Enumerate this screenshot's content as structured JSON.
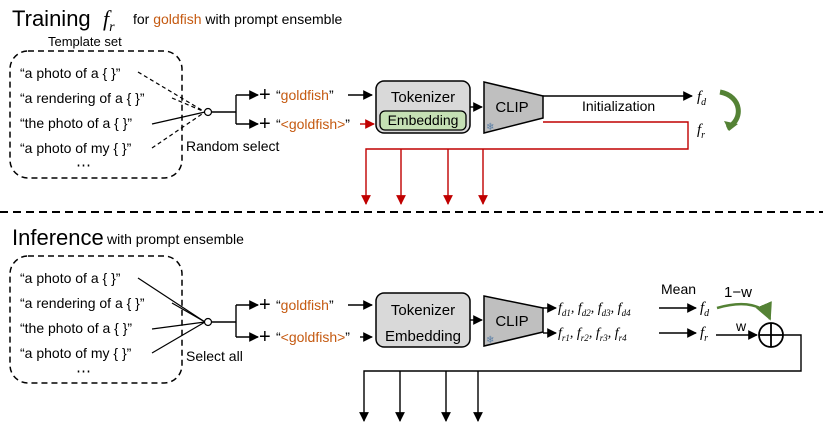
{
  "training": {
    "title": "Training",
    "f_symbol": "f",
    "f_sub": "r",
    "for_text": "for",
    "class_word": "goldfish",
    "suffix": "with prompt ensemble",
    "template_set_label": "Template set",
    "templates": [
      "“a photo of a {    }”",
      "“a rendering of a {    }”",
      "“the photo of a {    }”",
      "“a photo of my {    }”"
    ],
    "ellipsis": "⋯",
    "select_label": "Random select",
    "plus": "+",
    "prompt_text_pre": "“",
    "prompt_text_word": "goldfish",
    "prompt_text_post": "”",
    "prompt_learn_pre": "“",
    "prompt_learn_word": "<goldfish>",
    "prompt_learn_post": "”",
    "tokenizer_label": "Tokenizer",
    "embedding_label": "Embedding",
    "clip_label": "CLIP",
    "init_label": "Initialization",
    "fd_sub": "d",
    "fr_sub": "r"
  },
  "inference": {
    "title": "Inference",
    "suffix": "with prompt ensemble",
    "templates": [
      "“a photo of a {    }”",
      "“a rendering of a {    }”",
      "“the photo of a {    }”",
      "“a photo of my {    }”"
    ],
    "ellipsis": "⋯",
    "select_label": "Select all",
    "tokenizer_label": "Tokenizer",
    "embedding_label": "Embedding",
    "clip_label": "CLIP",
    "fd_list_subs": [
      "d1",
      "d2",
      "d3",
      "d4"
    ],
    "fr_list_subs": [
      "r1",
      "r2",
      "r3",
      "r4"
    ],
    "mean_label": "Mean",
    "weight_one_minus": "1−w",
    "weight": "w",
    "fd_sub": "d",
    "fr_sub": "r"
  },
  "colors": {
    "accent_orange": "#c55a11",
    "red_arrow": "#c00000",
    "green_arrow": "#548235",
    "box_grey": "#d9d9d9",
    "clip_grey": "#bfbfbf",
    "embed_green": "#c5e0b4"
  }
}
